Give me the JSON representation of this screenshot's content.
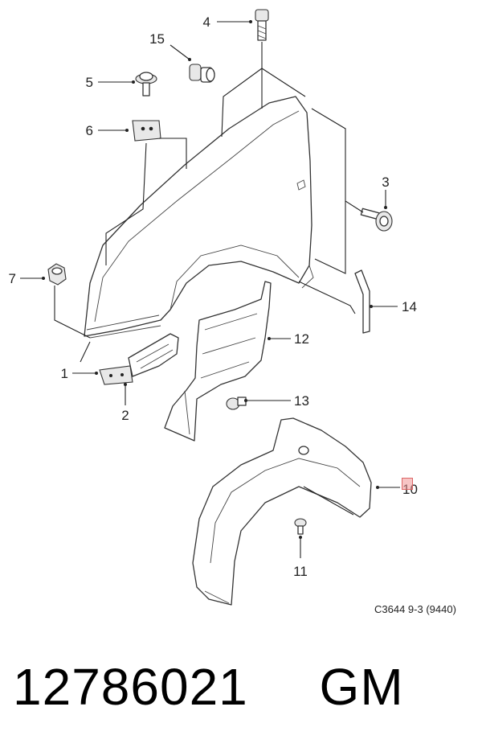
{
  "callouts": [
    "1",
    "2",
    "3",
    "4",
    "5",
    "6",
    "7",
    "10",
    "11",
    "12",
    "13",
    "14",
    "15"
  ],
  "caption": "C3644 9-3 (9440)",
  "part_number": "12786021",
  "brand": "GM"
}
